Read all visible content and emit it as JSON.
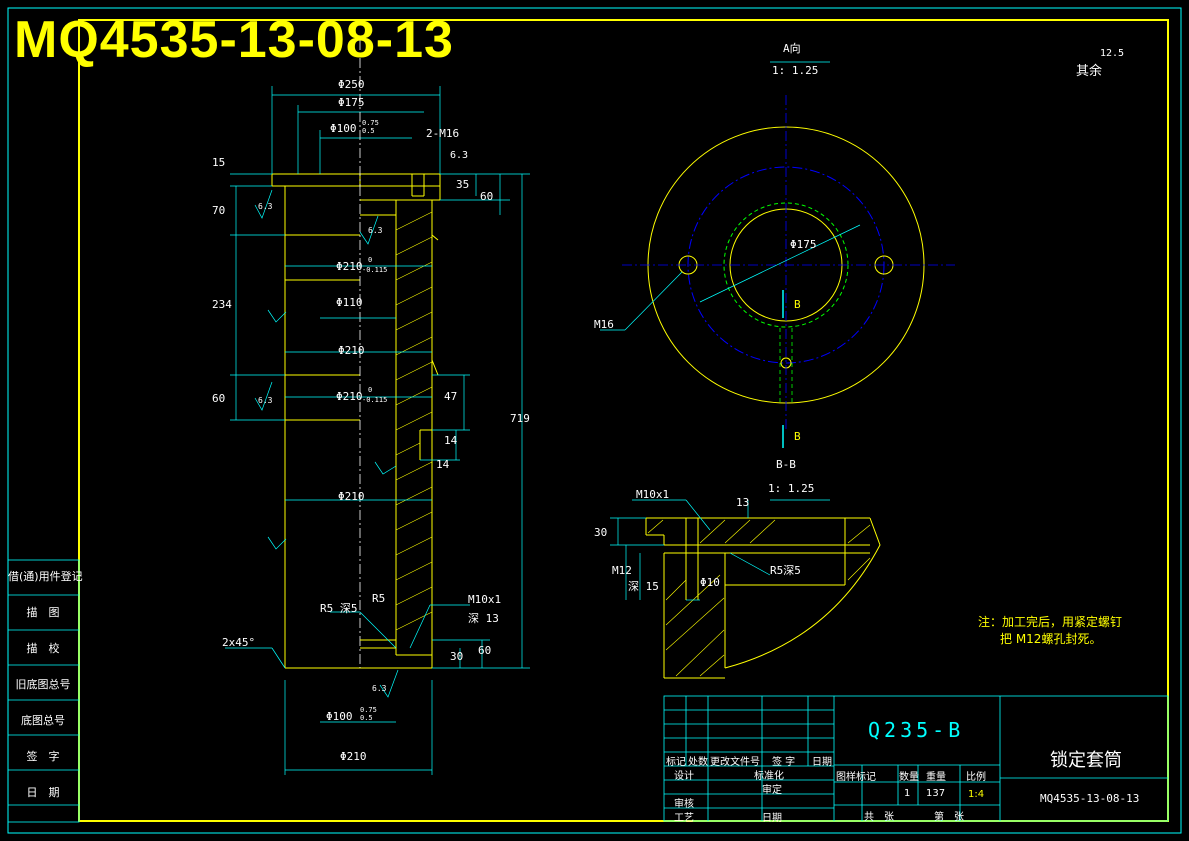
{
  "drawing_number_big": "MQ4535-13-08-13",
  "top_letter": "A",
  "section_views": {
    "a_view": {
      "title": "A向",
      "scale": "1: 1.25"
    },
    "b_section": {
      "title": "B-B",
      "scale": "1: 1.25"
    },
    "b_mark": "B"
  },
  "roughness_note": {
    "label": "其余",
    "value": "12.5"
  },
  "dimensions": {
    "d250": "Φ250",
    "d175_top": "Φ175",
    "d100_top": "Φ100",
    "tol_100_top_upper": "0.75",
    "tol_100_top_lower": "0.5",
    "m16_2": "2-M16",
    "d6_3_a": "6.3",
    "h15": "15",
    "h70": "70",
    "h35": "35",
    "h60_top": "60",
    "d210_top": "Φ210",
    "tol_210_a": "0",
    "tol_210_b": "-0.115",
    "h234": "234",
    "d110": "Φ110",
    "d210_mid": "Φ210",
    "h60_mid": "60",
    "d210_mid2": "Φ210",
    "tol_210_c": "0",
    "tol_210_d": "-0.115",
    "h47": "47",
    "h719": "719",
    "h14_a": "14",
    "h14_b": "14",
    "d210_low": "Φ210",
    "r5_depth": "R5 深5",
    "r5": "R5",
    "m10_depth": "M10x1",
    "m10_depth_b": "深 13",
    "chamfer": "2x45°",
    "h30": "30",
    "h60_bot": "60",
    "d100_bot": "Φ100",
    "tol_100_bot_upper": "0.75",
    "tol_100_bot_lower": "0.5",
    "d210_bot": "Φ210",
    "d175_circle": "Φ175",
    "m16_circle": "M16",
    "m10x1_b": "M10x1",
    "h13_b": "13",
    "h30_b": "30",
    "m12_b": "M12",
    "deep15_b": "深 15",
    "d10_b": "Φ10",
    "r5_depth_b": "R5深5",
    "roughness_a": "6.3",
    "roughness_b": "6.3",
    "roughness_c": "6.3",
    "roughness_d": "6.3"
  },
  "note": {
    "line1": "注：加工完后，用紧定螺钉",
    "line2": "把 M12螺孔封死。"
  },
  "side_table": [
    "借(通)用件登记",
    "描　图",
    "描　校",
    "旧底图总号",
    "底图总号",
    "签　字",
    "日　期"
  ],
  "title_block": {
    "material": "Q235-B",
    "part_name": "锁定套筒",
    "drawing_number": "MQ4535-13-08-13",
    "change_headers": [
      "标记",
      "处数",
      "更改文件号",
      "签 字",
      "日期"
    ],
    "row_design": "设计",
    "row_standard": "标准化",
    "row_review": "审核",
    "row_approve": "审定",
    "row_process": "工艺",
    "row_date": "日期",
    "stage_label": "图样标记",
    "count_label": "数量",
    "weight_label": "重量",
    "scale_label": "比例",
    "count_value": "1",
    "weight_value": "137",
    "scale_value": "1:4",
    "total_label": "共　张",
    "sheet_label": "第　张"
  },
  "colors": {
    "frame": "#ffff00",
    "outline": "#ffff00",
    "dimension": "#00ffff",
    "center": "#0000ff",
    "hidden": "#00ff00",
    "text": "#ffffff",
    "hatch": "#ffff00"
  }
}
